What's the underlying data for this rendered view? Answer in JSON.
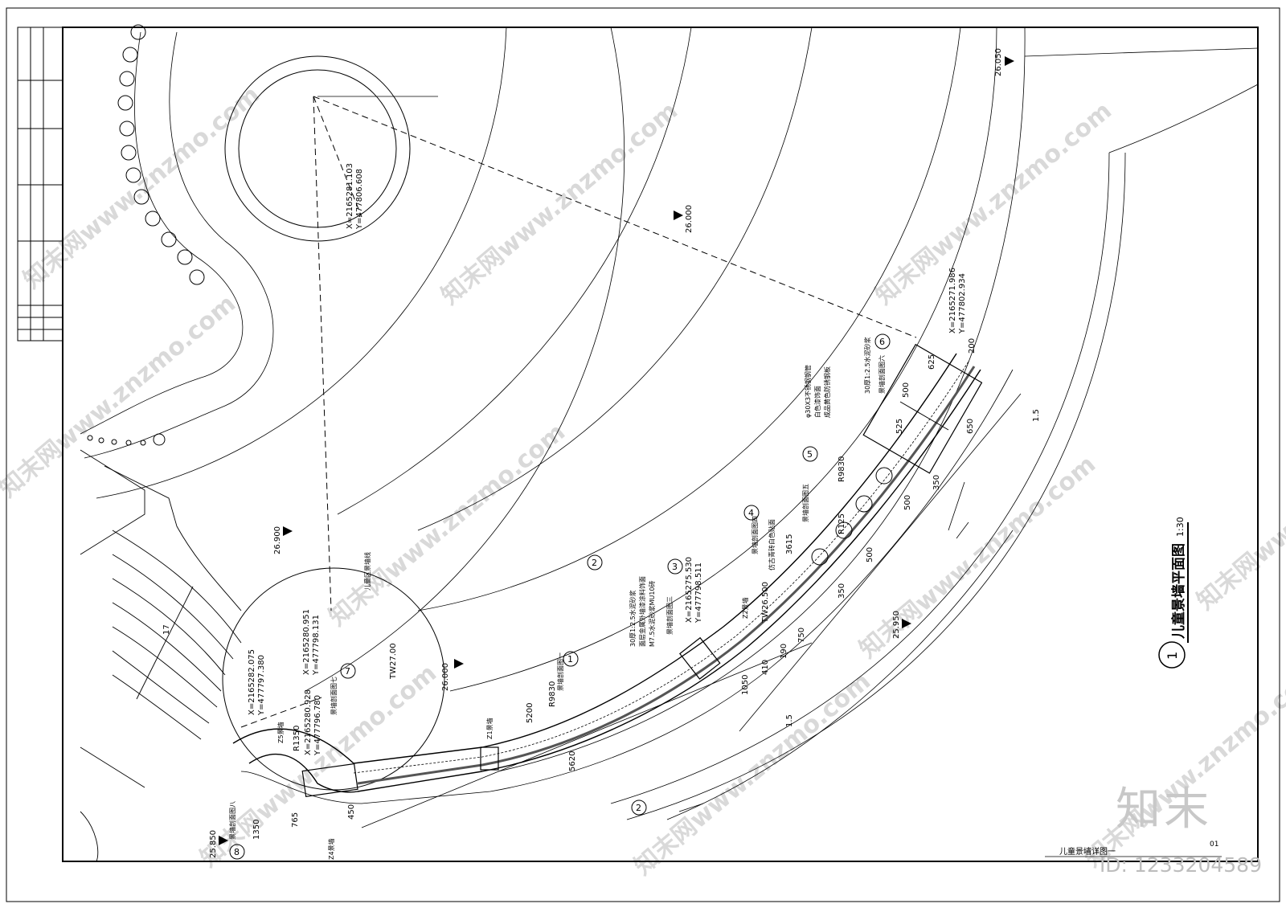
{
  "drawing": {
    "title": "儿童景墙平面图",
    "scale": "1:30",
    "view_number": "1",
    "footer_title": "儿童景墙详图一",
    "sheet_number": "01"
  },
  "levels": {
    "top_right": "26.050",
    "center_arc": "26.000",
    "left": "26.900",
    "mid": "26.000",
    "right_lower": "25.950",
    "bottom_left": "25.850",
    "tw_left": "TW27.00",
    "tw_mid": "TW26.500"
  },
  "coords": {
    "c1": "X=2165281.103",
    "c1y": "Y=477806.608",
    "c2": "X=2165271.986",
    "c2y": "Y=477802.934",
    "c3": "X=2165280.951",
    "c3y": "Y=477798.131",
    "c4": "X=2165282.075",
    "c4y": "Y=477797.380",
    "c5": "X=2165280.928",
    "c5y": "Y=477796.780",
    "c6": "X=2165275.530",
    "c6y": "Y=477798.511"
  },
  "dims": {
    "d5620": "5620",
    "d5200": "5200",
    "r9830a": "R9830",
    "r9830b": "R9830",
    "r1350": "R1350",
    "r125": "R125",
    "d1050": "1050",
    "d450": "450",
    "d1350": "1350",
    "d765": "765",
    "d500a": "500",
    "d500b": "500",
    "d500c": "500",
    "d350a": "350",
    "d350b": "350",
    "d525": "525",
    "d625": "625",
    "d650": "650",
    "d3615": "3615",
    "d17": "17",
    "slope_a": "1.5",
    "slope_b": "1.5",
    "d200": "200",
    "d410": "410",
    "d750": "750",
    "d190": "190"
  },
  "labels": {
    "z1": "Z1景墙",
    "z2": "Z2景墙",
    "z4": "Z4景墙",
    "z5": "Z5景墙",
    "sec1": "景墙剖面图一",
    "sec3": "景墙剖面图三",
    "sec4": "景墙剖面图四",
    "sec5": "景墙剖面图五",
    "sec6": "景墙剖面图六",
    "sec7": "景墙剖面图七",
    "sec8": "景墙剖面图八",
    "note1": "30厚1:2.5水泥砂浆",
    "note2": "面层金属外墙漆涂料饰面",
    "note3": "M7.5水泥砂浆MU10砖",
    "note4": "φ30X3不锈钢钢管",
    "note5": "白色漆饰面",
    "note6": "成品黄色防锈钢板",
    "note7": "30厚1:2.5水泥砂浆",
    "note8": "仿古青砖白色贴面",
    "child_wall": "儿童区景墙线"
  },
  "callouts": [
    "1",
    "2",
    "3",
    "4",
    "5",
    "6",
    "7",
    "8"
  ],
  "watermark": {
    "text": "知末网www.znzmo.com",
    "brand": "知末",
    "id": "ID: 1233204589"
  }
}
